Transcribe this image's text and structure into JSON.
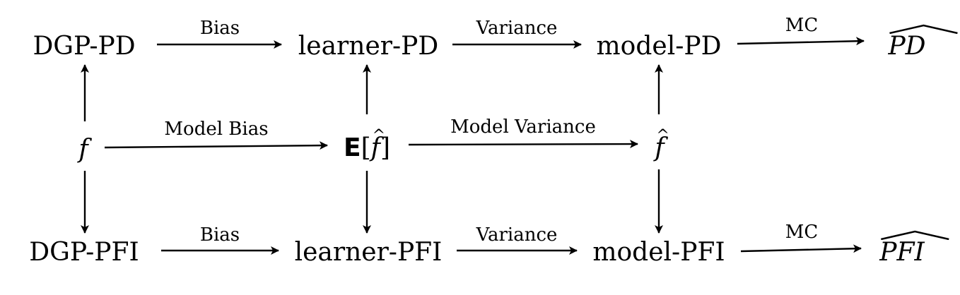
{
  "nodes": {
    "dgp_pd": "DGP-PD",
    "learner_pd": "learner-PD",
    "model_pd": "model-PD",
    "pd_hat": "PD",
    "f": "f",
    "e_prefix": "E",
    "e_arg": "f",
    "f_hat": "f",
    "dgp_pfi": "DGP-PFI",
    "learner_pfi": "learner-PFI",
    "model_pfi": "model-PFI",
    "pfi_hat": "PFI",
    "hat_glyph": "^"
  },
  "edges": {
    "bias_top": "Bias",
    "variance_top": "Variance",
    "mc_top": "MC",
    "model_bias": "Model Bias",
    "model_variance": "Model Variance",
    "bias_bottom": "Bias",
    "variance_bottom": "Variance",
    "mc_bottom": "MC"
  }
}
